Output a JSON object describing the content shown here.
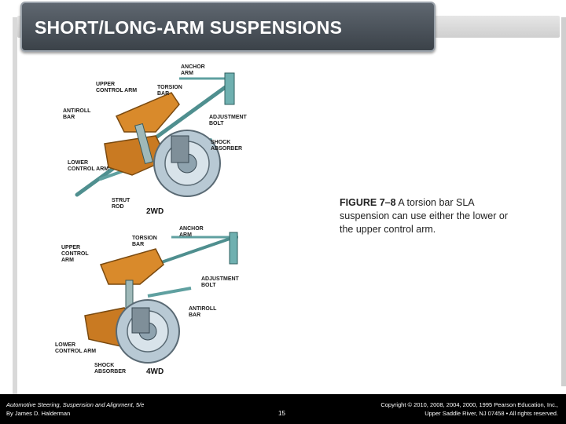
{
  "slide": {
    "title": "SHORT/LONG-ARM SUSPENSIONS"
  },
  "figure_top": {
    "drive_label": "2WD",
    "labels": {
      "anchor_arm": "ANCHOR\nARM",
      "upper_control_arm": "UPPER\nCONTROL ARM",
      "torsion_bar": "TORSION\nBAR",
      "antiroll_bar": "ANTIROLL\nBAR",
      "adjustment_bolt": "ADJUSTMENT\nBOLT",
      "shock_absorber": "SHOCK\nABSORBER",
      "lower_control_arm": "LOWER\nCONTROL ARM",
      "strut_rod": "STRUT\nROD"
    }
  },
  "figure_bottom": {
    "drive_label": "4WD",
    "labels": {
      "anchor_arm": "ANCHOR\nARM",
      "torsion_bar": "TORSION\nBAR",
      "upper_control_arm": "UPPER\nCONTROL\nARM",
      "adjustment_bolt": "ADJUSTMENT\nBOLT",
      "antiroll_bar": "ANTIROLL\nBAR",
      "lower_control_arm": "LOWER\nCONTROL ARM",
      "shock_absorber": "SHOCK\nABSORBER"
    }
  },
  "caption": {
    "figure_number": "FIGURE 7–8",
    "text": " A torsion bar SLA suspension can use either the lower or the upper control arm."
  },
  "footer": {
    "book_title": "Automotive Steering, Suspension and Alignment, 5/e",
    "author": "By James D. Halderman",
    "page": "15",
    "copyright_line1": "Copyright © 2010, 2008, 2004, 2000, 1995 Pearson Education, Inc.,",
    "copyright_line2": "Upper Saddle River, NJ 07458 • All rights reserved."
  },
  "colors": {
    "title_bg": "#4a5159",
    "arm_orange": "#d98a2b",
    "bar_teal": "#5fa0a0",
    "rotor_gray": "#a9bcc8",
    "footer_bg": "#000000"
  }
}
